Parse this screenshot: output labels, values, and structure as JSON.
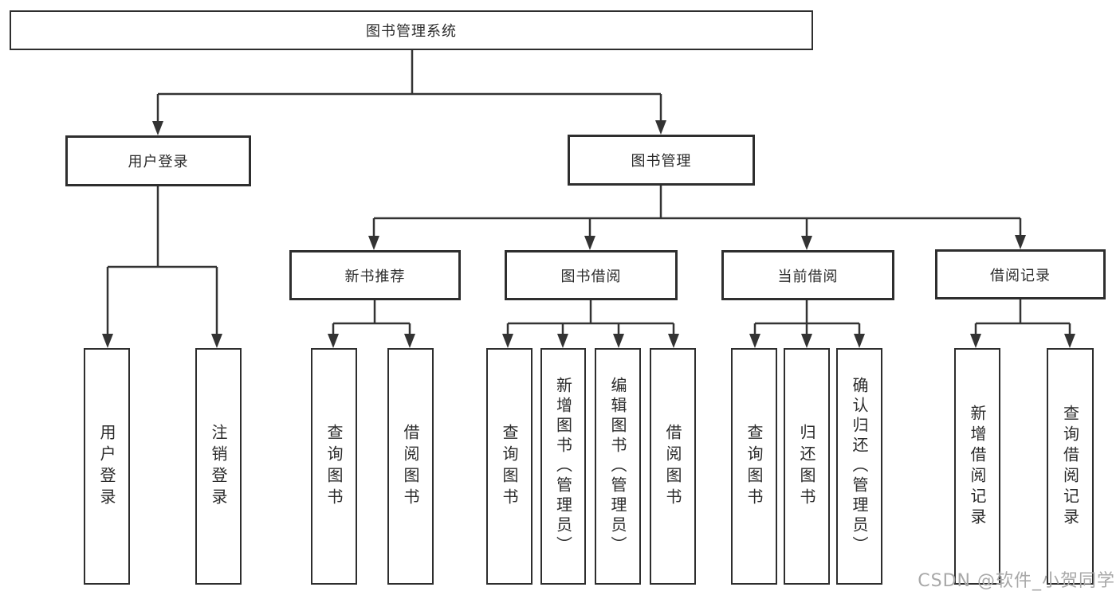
{
  "diagram": {
    "title_node": "图书管理系统",
    "level2": {
      "user_login": "用户登录",
      "book_manage": "图书管理"
    },
    "level3": {
      "new_book": "新书推荐",
      "book_borrow": "图书借阅",
      "current_borrow": "当前借阅",
      "borrow_records": "借阅记录"
    },
    "user_login_children": [
      "用户登录",
      "注销登录"
    ],
    "new_book_children": [
      "查询图书",
      "借阅图书"
    ],
    "book_borrow_children": [
      "查询图书",
      "新增图书（管理员）",
      "编辑图书（管理员）",
      "借阅图书"
    ],
    "current_borrow_children": [
      "查询图书",
      "归还图书",
      "确认归还（管理员）"
    ],
    "borrow_records_children": [
      "新增借阅记录",
      "查询借阅记录"
    ]
  },
  "watermark": "CSDN @软件_小贺同学",
  "colors": {
    "line": "#333333",
    "box_border": "#2e2e2e",
    "text": "#2b2b2b",
    "watermark": "#a8a8a8",
    "background": "#ffffff"
  }
}
